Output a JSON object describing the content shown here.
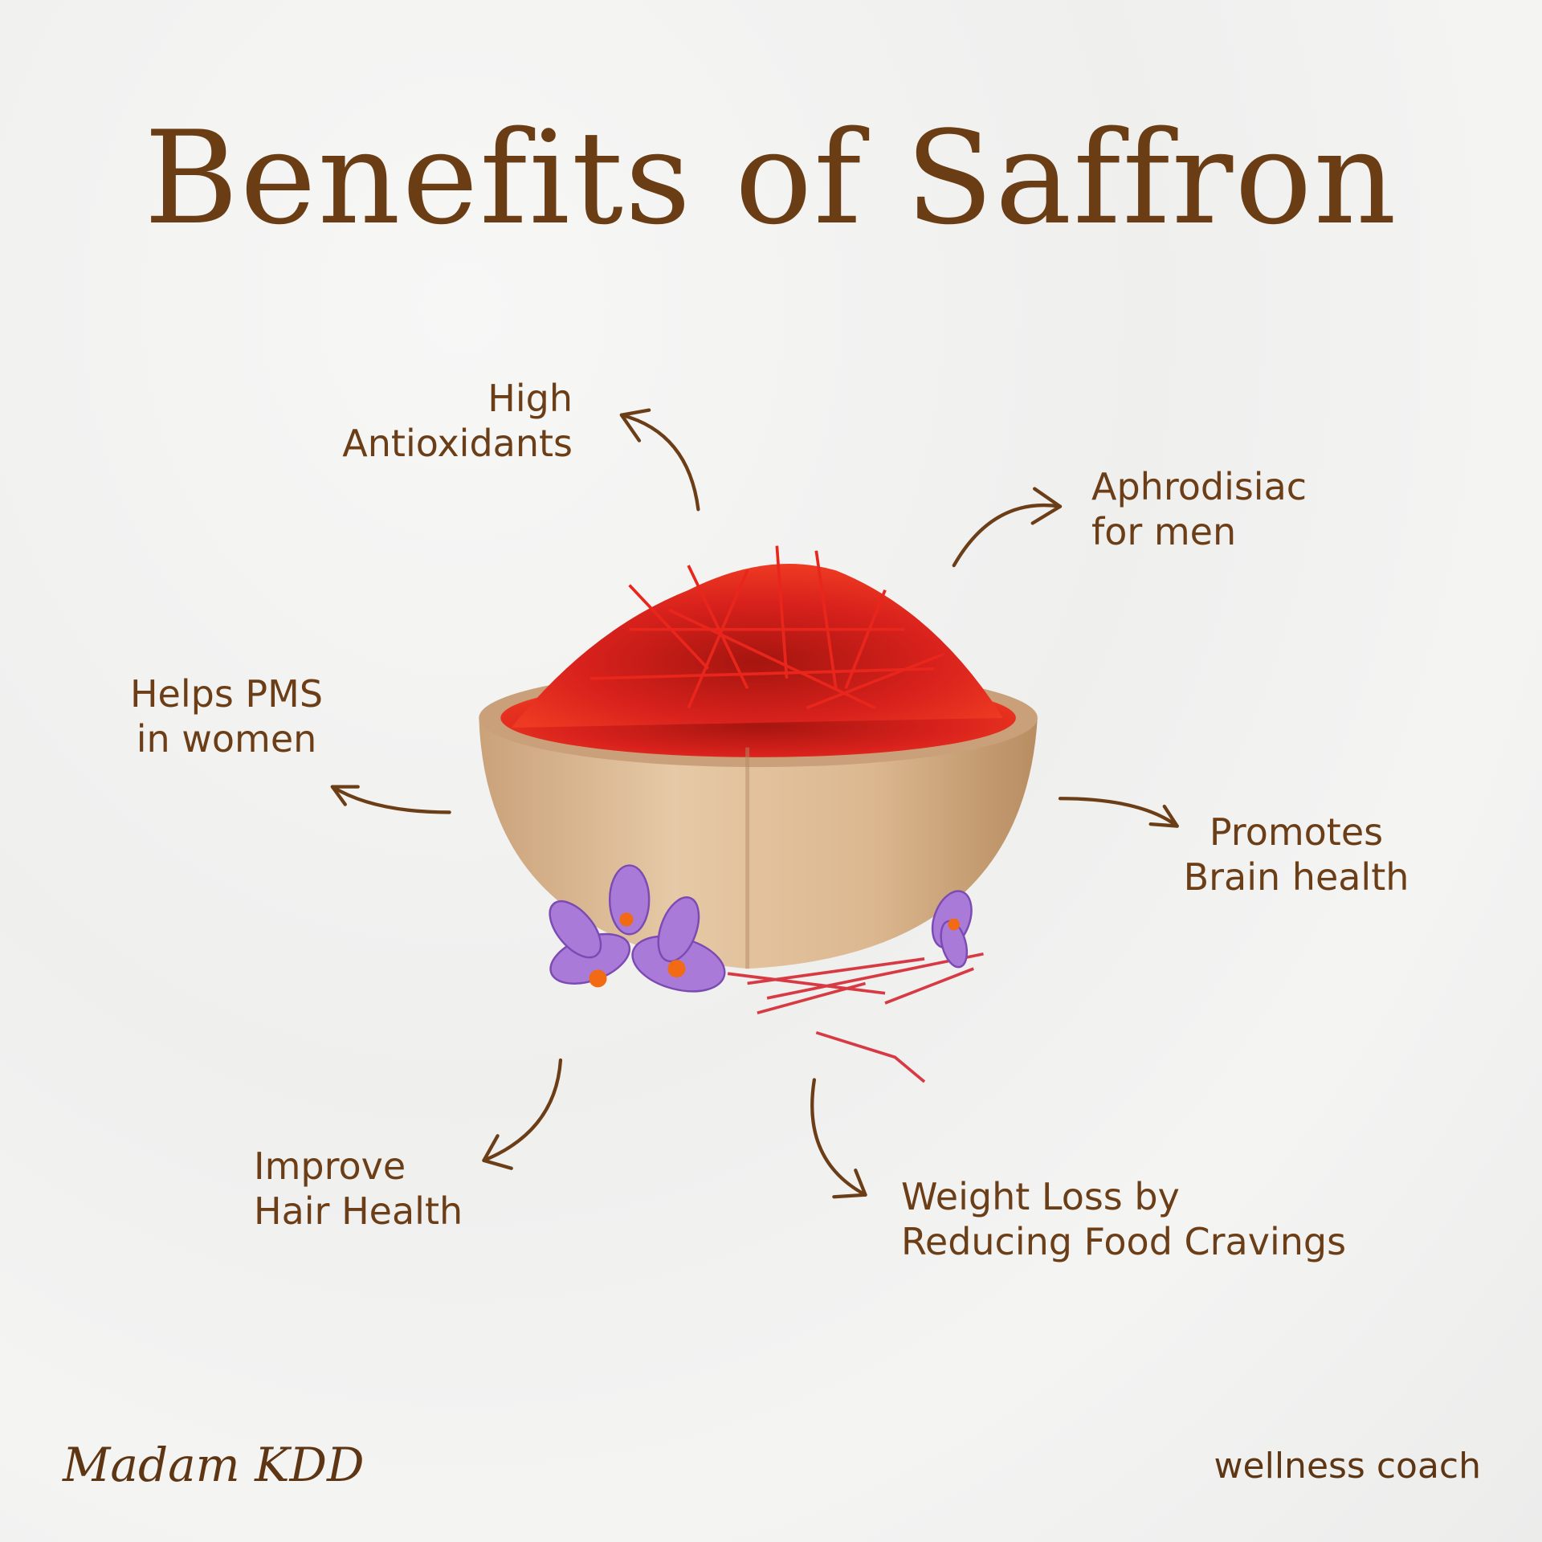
{
  "title": "Benefits of Saffron",
  "benefits": [
    {
      "line1": "High",
      "line2": "Antioxidants"
    },
    {
      "line1": "Aphrodisiac",
      "line2": "for men"
    },
    {
      "line1": "Helps PMS",
      "line2": "in women"
    },
    {
      "line1": "Promotes",
      "line2": "Brain health"
    },
    {
      "line1": "Improve",
      "line2": "Hair Health"
    },
    {
      "line1": "Weight Loss by",
      "line2": "Reducing Food Cravings"
    }
  ],
  "footer": {
    "signature": "Madam KDD",
    "tagline": "wellness coach"
  },
  "colors": {
    "text": "#6b3e17",
    "saffron": "#d8211c",
    "wood": "#d9b48f",
    "crocus": "#9b6bd1"
  }
}
